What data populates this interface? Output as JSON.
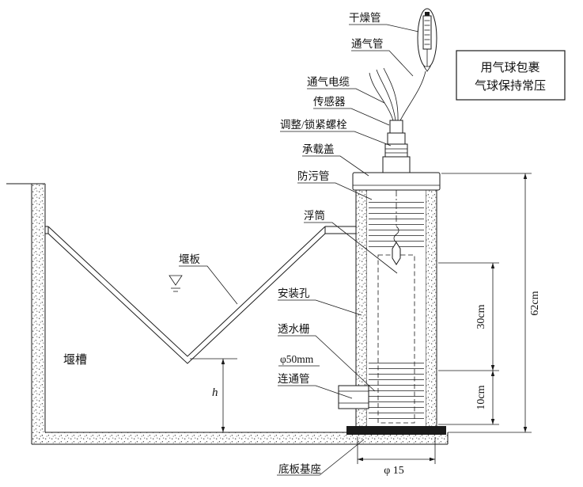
{
  "callouts": {
    "drying_tube": "干燥管",
    "vent_pipe": "通气管",
    "vent_cable": "通气电缆",
    "sensor": "传感器",
    "adjust_lock_bolt": "调整/锁紧螺栓",
    "load_cover": "承载盖",
    "antifouling_tube": "防污管",
    "float_buoy": "浮筒",
    "mounting_hole": "安装孔",
    "permeable_screen": "透水栅",
    "pipe_spec": "φ50mm",
    "connecting_pipe": "连通管",
    "weir_plate": "堰板",
    "weir_channel": "堰槽",
    "base_pedestal": "底板基座"
  },
  "note_box": {
    "line1": "用气球包裹",
    "line2": "气球保持常压"
  },
  "dimensions": {
    "total_height": "62cm",
    "upper_span": "30cm",
    "lower_span": "10cm",
    "tube_diameter": "φ 15",
    "water_head": "h"
  }
}
